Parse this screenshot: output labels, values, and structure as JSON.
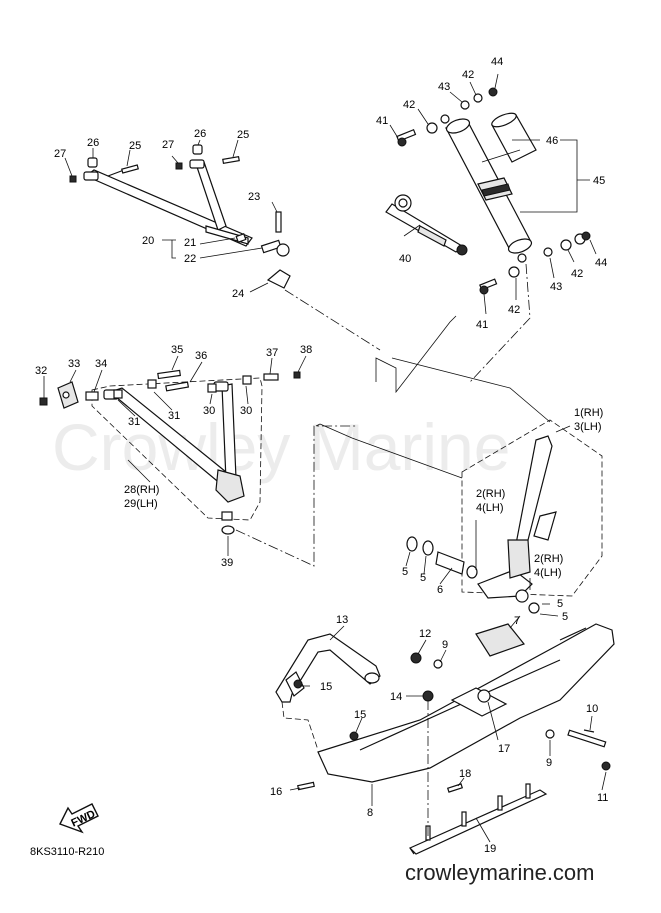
{
  "watermark": "Crowley Marine",
  "website": "crowleymarine.com",
  "diagram_code": "8KS3110-R210",
  "fwd_label": "FWD",
  "callouts": {
    "c44a": "44",
    "c42a": "42",
    "c43a": "43",
    "c42b": "42",
    "c41a": "41",
    "c46": "46",
    "c45": "45",
    "c40": "40",
    "c44b": "44",
    "c42c": "42",
    "c43b": "43",
    "c42d": "42",
    "c41b": "41",
    "c26a": "26",
    "c25a": "25",
    "c27a": "27",
    "c26b": "26",
    "c27b": "27",
    "c25b": "25",
    "c23": "23",
    "c20": "20",
    "c21": "21",
    "c22": "22",
    "c24": "24",
    "c35": "35",
    "c36": "36",
    "c37": "37",
    "c38": "38",
    "c32": "32",
    "c33": "33",
    "c34": "34",
    "c31a": "31",
    "c31b": "31",
    "c30a": "30",
    "c30b": "30",
    "c28": "28(RH)",
    "c29": "29(LH)",
    "c39": "39",
    "c1": "1(RH)",
    "c3": "3(LH)",
    "c2a": "2(RH)",
    "c4a": "4(LH)",
    "c2b": "2(RH)",
    "c4b": "4(LH)",
    "c5a": "5",
    "c5b": "5",
    "c6": "6",
    "c5c": "5",
    "c5d": "5",
    "c7": "7",
    "c13": "13",
    "c12": "12",
    "c9a": "9",
    "c15a": "15",
    "c14": "14",
    "c15b": "15",
    "c10": "10",
    "c17": "17",
    "c9b": "9",
    "c11": "11",
    "c16": "16",
    "c18": "18",
    "c8": "8",
    "c19": "19"
  }
}
